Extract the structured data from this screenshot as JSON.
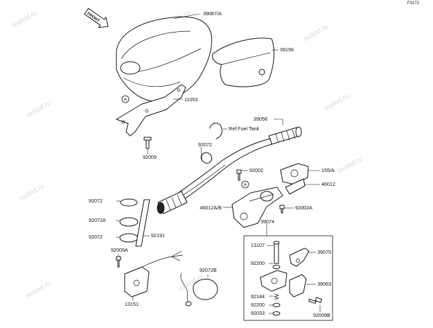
{
  "diagram": {
    "ref_code": "F3172",
    "front_label": "FRONT",
    "watermark": "motod.ru",
    "callouts": {
      "a_upper": "A",
      "a_lower": "A"
    },
    "parts": {
      "p39087A": "39087/A",
      "p39156": "39156",
      "p11053": "11053",
      "p92009": "92009",
      "p39058": "39058",
      "ref_fuel_tank": "Ref.Fuel Tank",
      "p92072_top": "92072",
      "p92002_top": "92002",
      "p155A": "155/A",
      "p46012": "46012",
      "p46012AB": "46012A/B",
      "p92002A": "92002A",
      "p39074": "39074",
      "p92072_left": "92072",
      "p92072A": "92072A",
      "p92072_left2": "92072",
      "p92191": "92191",
      "p92009A": "92009A",
      "p13151": "13151",
      "p92072B": "92072B",
      "p13107": "13107",
      "p39075": "39075",
      "p92200_top": "92200",
      "p39063": "39063",
      "p92144": "92144",
      "p92200_bot": "92200",
      "p92033": "92033",
      "p92009B": "92009B"
    }
  }
}
